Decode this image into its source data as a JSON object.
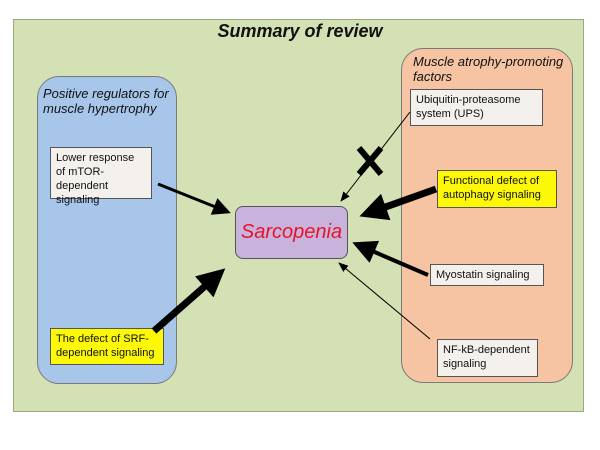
{
  "title": "Summary of review",
  "left_group": {
    "title": "Positive regulators for muscle hypertrophy",
    "items": [
      {
        "label": "Lower response of mTOR-dependent signaling"
      },
      {
        "label": "The defect of SRF-dependent signaling"
      }
    ]
  },
  "right_group": {
    "title": "Muscle atrophy-promoting factors",
    "items": [
      {
        "label": "Ubiquitin-proteasome system (UPS)"
      },
      {
        "label": "Functional defect of autophagy signaling"
      },
      {
        "label": "Myostatin signaling"
      },
      {
        "label": "NF-kB-dependent signaling"
      }
    ]
  },
  "center": {
    "label": "Sarcopenia"
  },
  "colors": {
    "background_panel": "#d3e1b5",
    "left_group": "#a8c6ea",
    "right_group": "#f6c4a2",
    "highlight": "#fdf808",
    "center_box": "#c7b3dc",
    "center_text": "#e8132a"
  },
  "icons": {
    "blocked_marker": "cross-mark-icon"
  }
}
